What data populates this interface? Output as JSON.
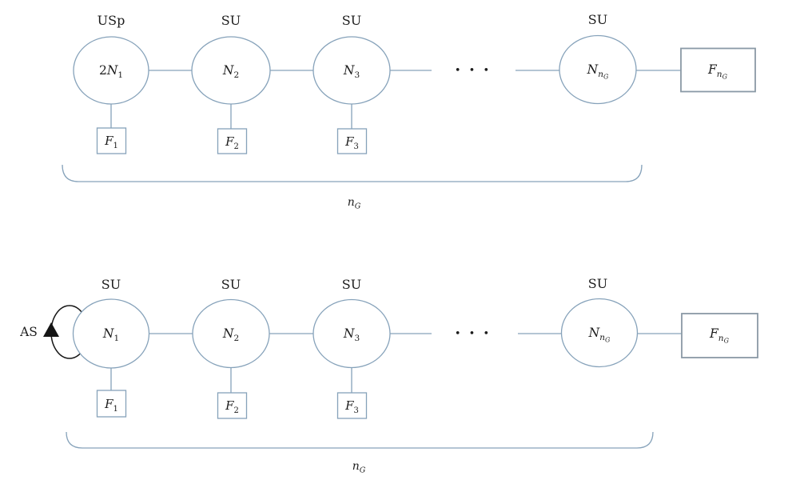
{
  "diagram": {
    "colors": {
      "background": "#ffffff",
      "node_stroke": "#86a2ba",
      "box_stroke": "#8a99a6",
      "loop_stroke": "#151515",
      "text": "#1c1c1c"
    },
    "top": {
      "n1": {
        "group": "USp",
        "pre": "2",
        "main": "N",
        "sub": "1"
      },
      "n2": {
        "group": "SU",
        "main": "N",
        "sub": "2"
      },
      "n3": {
        "group": "SU",
        "main": "N",
        "sub": "3"
      },
      "n4": {
        "group": "SU",
        "main": "N",
        "sub": "n",
        "subsub": "G"
      },
      "f1": {
        "main": "F",
        "sub": "1"
      },
      "f2": {
        "main": "F",
        "sub": "2"
      },
      "f3": {
        "main": "F",
        "sub": "3"
      },
      "fbox": {
        "main": "F",
        "sub": "n",
        "subsub": "G"
      },
      "ellipsis": "• • •",
      "brace": {
        "main": "n",
        "sub": "G"
      }
    },
    "bottom": {
      "loop_label": "AS",
      "n1": {
        "group": "SU",
        "main": "N",
        "sub": "1"
      },
      "n2": {
        "group": "SU",
        "main": "N",
        "sub": "2"
      },
      "n3": {
        "group": "SU",
        "main": "N",
        "sub": "3"
      },
      "n4": {
        "group": "SU",
        "main": "N",
        "sub": "n",
        "subsub": "G"
      },
      "f1": {
        "main": "F",
        "sub": "1"
      },
      "f2": {
        "main": "F",
        "sub": "2"
      },
      "f3": {
        "main": "F",
        "sub": "3"
      },
      "fbox": {
        "main": "F",
        "sub": "n",
        "subsub": "G"
      },
      "ellipsis": "• • •",
      "brace": {
        "main": "n",
        "sub": "G"
      }
    }
  }
}
